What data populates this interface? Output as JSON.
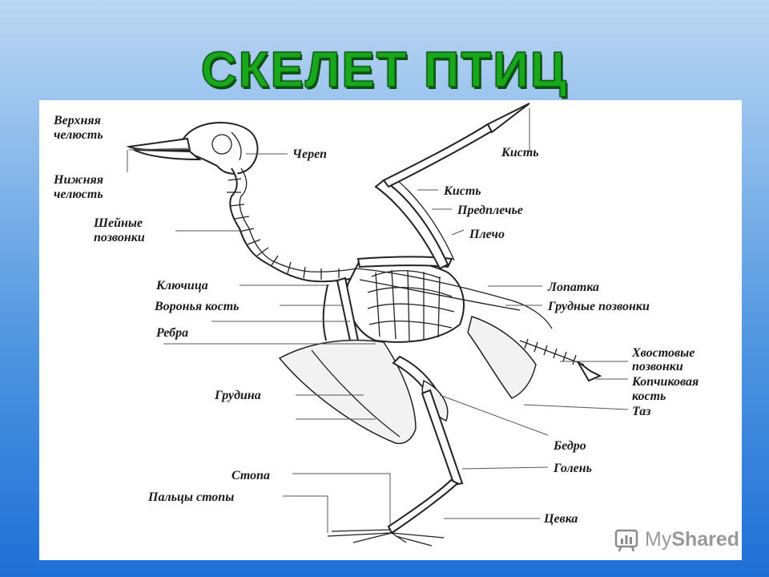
{
  "title": "СКЕЛЕТ  ПТИЦ",
  "labels": {
    "upper_jaw_1": "Верхняя",
    "upper_jaw_2": "челюсть",
    "lower_jaw_1": "Нижняя",
    "lower_jaw_2": "челюсть",
    "neck_1": "Шейные",
    "neck_2": "позвонки",
    "skull": "Череп",
    "hand_top": "Кисть",
    "hand": "Кисть",
    "forearm": "Предплечье",
    "shoulder": "Плечо",
    "clavicle": "Ключица",
    "coracoid": "Воронья кость",
    "ribs": "Ребра",
    "scapula": "Лопатка",
    "thoracic": "Грудные позвонки",
    "caudal_1": "Хвостовые",
    "caudal_2": "позвонки",
    "pygostyle_1": "Копчиковая",
    "pygostyle_2": "кость",
    "pelvis": "Таз",
    "sternum": "Грудина",
    "femur": "Бедро",
    "tibia": "Голень",
    "foot": "Стопа",
    "toes": "Пальцы стопы",
    "tarsus": "Цевка"
  },
  "watermark": {
    "text_prefix": "My",
    "text_bold": "Shared"
  }
}
